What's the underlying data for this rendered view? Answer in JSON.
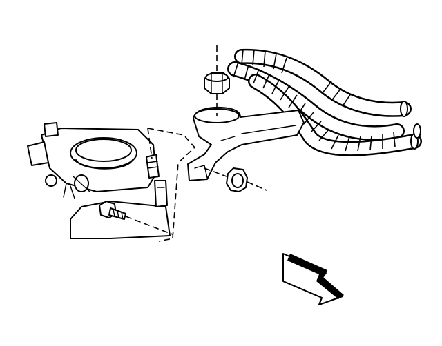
{
  "diagram": {
    "parts": [
      {
        "id": "throttle-body",
        "icon": "throttle-body-icon"
      },
      {
        "id": "bracket",
        "icon": "bracket-icon"
      },
      {
        "id": "heater-hoses",
        "icon": "hose-icon"
      },
      {
        "id": "nut-top",
        "icon": "nut-icon"
      },
      {
        "id": "nut-side",
        "icon": "nut-icon"
      },
      {
        "id": "bolt-lower",
        "icon": "bolt-icon"
      },
      {
        "id": "front-arrow",
        "icon": "arrow-icon"
      }
    ],
    "colors": {
      "line": "#000000",
      "background": "#ffffff"
    }
  }
}
